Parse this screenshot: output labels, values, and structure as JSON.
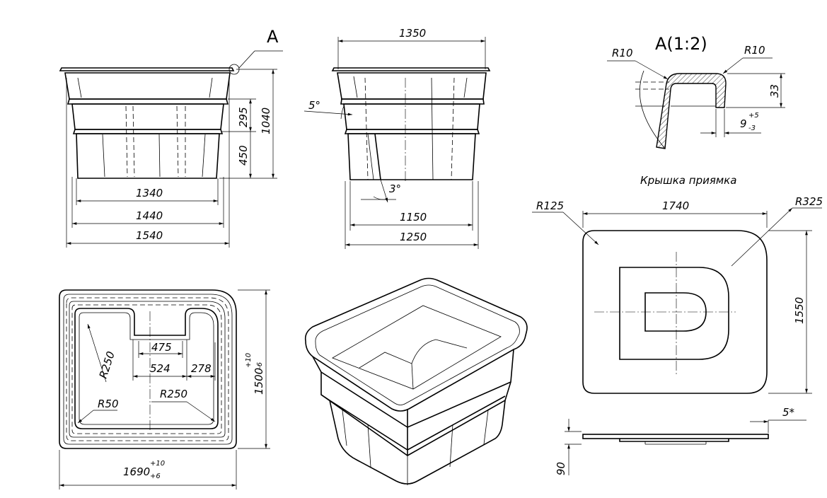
{
  "views": {
    "view_label": "A",
    "detail_title": "A(1:2)",
    "lid_title": "Крышка приямка"
  },
  "front_view": {
    "dim_1340": "1340",
    "dim_1440": "1440",
    "dim_1540": "1540",
    "dim_295": "295",
    "dim_450": "450",
    "dim_1040": "1040"
  },
  "side_view": {
    "dim_1350": "1350",
    "angle_5": "5°",
    "angle_3": "3°",
    "dim_1150": "1150",
    "dim_1250": "1250"
  },
  "detail_view": {
    "radius_left": "R10",
    "radius_right": "R10",
    "dim_33": "33",
    "dim_9": "9",
    "tol_upper": "+5",
    "tol_lower": "-3"
  },
  "plan_view": {
    "dim_475": "475",
    "dim_524": "524",
    "dim_278": "278",
    "radius_250_a": "R250",
    "radius_250_b": "R250",
    "radius_50": "R50",
    "dim_1500": "1500",
    "dim_1500_tol_upper": "+10",
    "dim_1500_tol_lower": "-6",
    "dim_1690": "1690",
    "dim_1690_tol_upper": "+10",
    "dim_1690_tol_lower": "+6"
  },
  "lid_view": {
    "radius_125": "R125",
    "radius_325": "R325",
    "dim_1740": "1740",
    "dim_1550": "1550",
    "dim_5": "5*",
    "dim_90": "90"
  }
}
